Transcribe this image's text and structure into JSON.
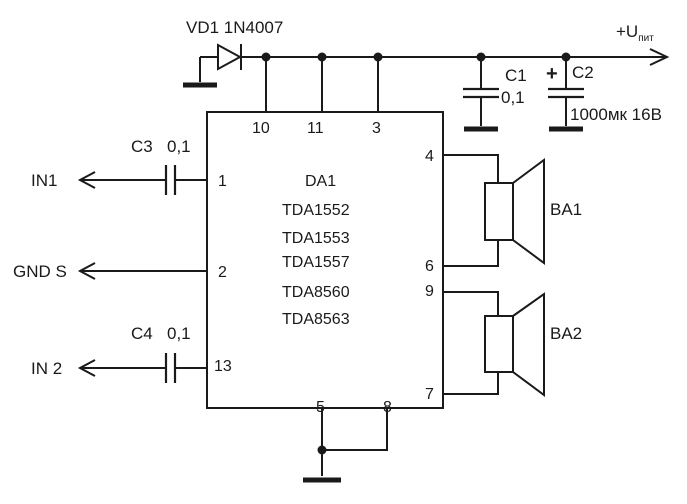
{
  "diode": {
    "label": "VD1 1N4007"
  },
  "supply": {
    "prefix": "+U",
    "subscript": "пит"
  },
  "c1": {
    "name": "C1",
    "value": "0,1"
  },
  "c2": {
    "name": "C2",
    "value": "1000мк 16В",
    "polarity": "+"
  },
  "c3": {
    "name": "C3",
    "value": "0,1"
  },
  "c4": {
    "name": "C4",
    "value": "0,1"
  },
  "chip": {
    "name": "DA1",
    "parts": [
      "TDA1552",
      "TDA1553",
      "TDA1557",
      "TDA8560",
      "TDA8563"
    ]
  },
  "pins": {
    "p10": "10",
    "p11": "11",
    "p3": "3",
    "p1": "1",
    "p2": "2",
    "p13": "13",
    "p4": "4",
    "p6": "6",
    "p9": "9",
    "p7": "7",
    "p5": "5",
    "p8": "8"
  },
  "ports": {
    "in1": "IN1",
    "gnd": "GND S",
    "in2": "IN 2"
  },
  "speakers": {
    "ba1": "BA1",
    "ba2": "BA2"
  }
}
